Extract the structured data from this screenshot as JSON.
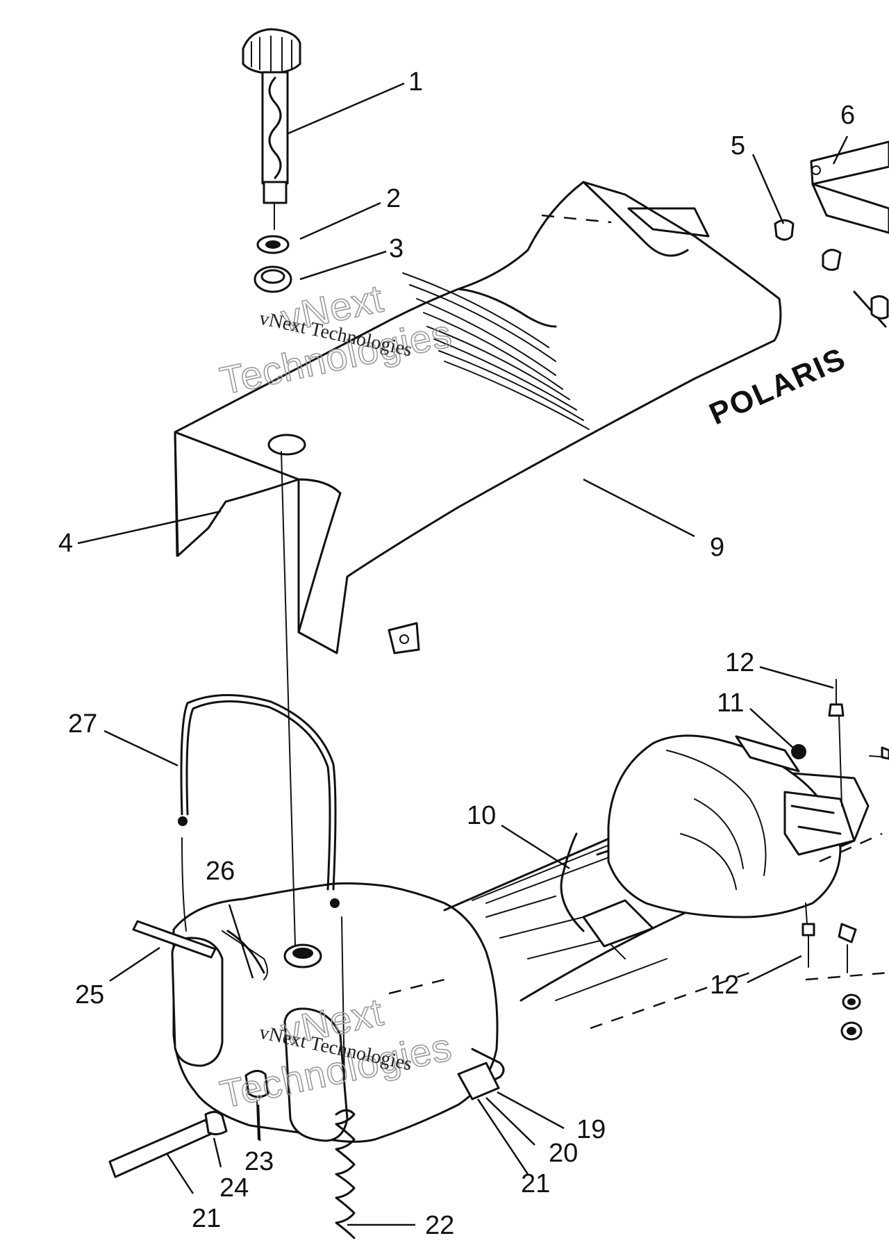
{
  "brand_logo": "POLARIS",
  "watermark": {
    "line1": "vNext Technologies",
    "line2a": "vNext",
    "line2b": "Technologies"
  },
  "callouts": [
    "1",
    "2",
    "3",
    "4",
    "5",
    "6",
    "9",
    "10",
    "11",
    "12",
    "12",
    "19",
    "20",
    "21",
    "21",
    "22",
    "23",
    "24",
    "25",
    "26",
    "27"
  ]
}
